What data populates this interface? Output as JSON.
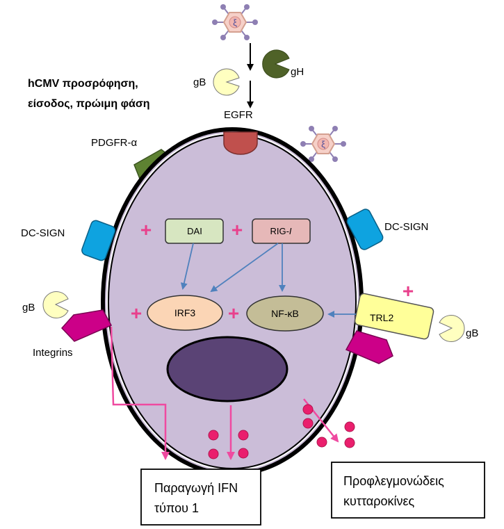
{
  "title_lines": [
    "hCMV προσρόφηση,",
    "είσοδος, πρώιμη φάση"
  ],
  "receptors": {
    "egfr": "EGFR",
    "pdgfr": "PDGFR-α",
    "dcsign_left": "DC-SIGN",
    "dcsign_right": "DC-SIGN",
    "integrins": "Integrins",
    "trl2": "TRL2"
  },
  "glycoproteins": {
    "gb_top": "gB",
    "gh": "gH",
    "gb_left": "gB",
    "gb_right": "gB"
  },
  "sensors": {
    "dai": "DAI",
    "rig_prefix": "RIG-",
    "rig_italic": "I",
    "irf3": "IRF3",
    "nfkb": "NF-κB"
  },
  "plus_sign": "+",
  "outputs": {
    "ifn_line1": "Παραγωγή IFN",
    "ifn_line2": "τύπου 1",
    "cyto_line1": "Προφλεγμονώδεις",
    "cyto_line2": "κυτταροκίνες"
  },
  "virus_symbol": "ξ",
  "colors": {
    "cell_fill": "#cbbdd8",
    "nucleus": "#5a4375",
    "egfr": "#c0504d",
    "pdgfr": "#5e8232",
    "dcsign": "#0ea3e0",
    "integrin": "#cc0088",
    "trl2": "#ffff99",
    "dai": "#d7e6c1",
    "rig": "#e6b8b8",
    "irf3": "#fbd5b5",
    "nfkb": "#c4bd97",
    "plus": "#e8408c",
    "arrow_blue": "#4f81bd",
    "arrow_pink": "#ef4aa0",
    "gh": "#4f6228",
    "gb": "#ffffc0"
  }
}
